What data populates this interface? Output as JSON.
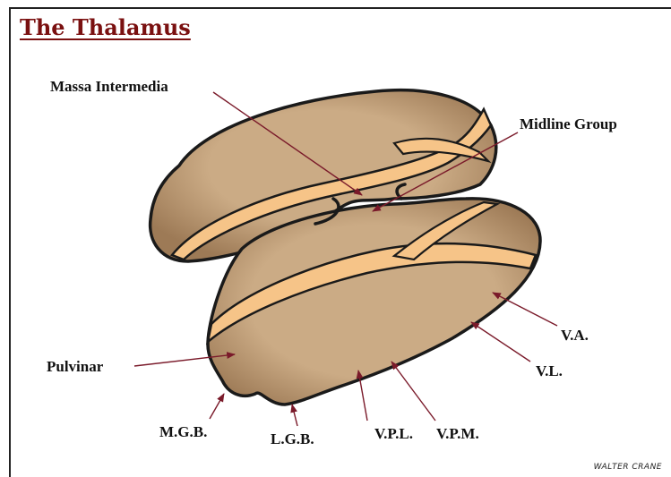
{
  "title": "The Thalamus",
  "labels": {
    "massa_intermedia": "Massa Intermedia",
    "midline_group": "Midline Group",
    "va": "V.A.",
    "vl": "V.L.",
    "pulvinar": "Pulvinar",
    "mgb": "M.G.B.",
    "lgb": "L.G.B.",
    "vpl": "V.P.L.",
    "vpm": "V.P.M."
  },
  "signature": "WALTER CRANE",
  "colors": {
    "tissue": "#c9a983",
    "tissue_shade": "#a8845f",
    "lamina": "#f6c488",
    "outline": "#1a1a1a",
    "arrow": "#7a1a2a",
    "title": "#7a1010"
  }
}
